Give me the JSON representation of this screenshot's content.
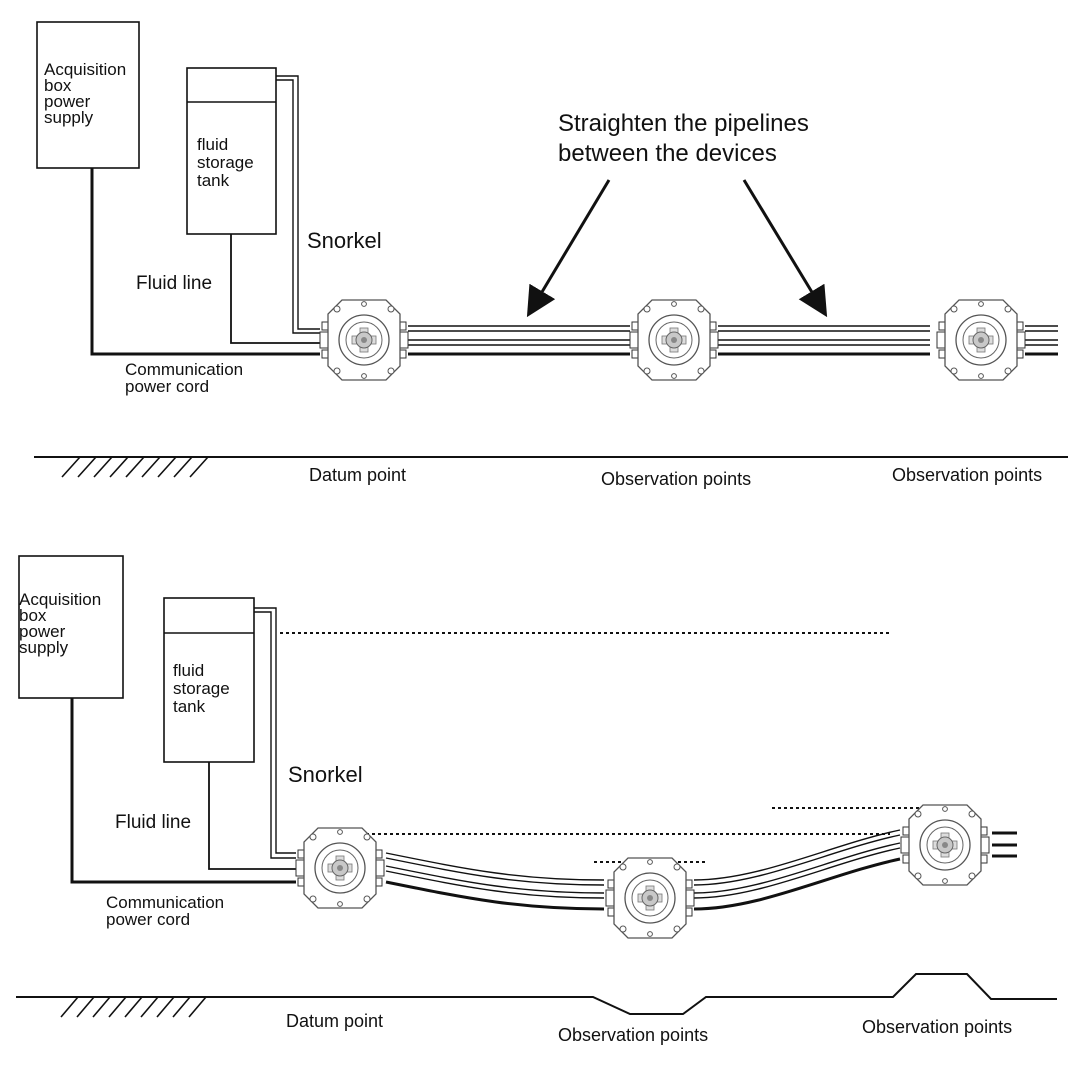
{
  "top_panel": {
    "acquisition_box": [
      "Acquisition",
      "box",
      "power",
      "supply"
    ],
    "tank": [
      "fluid",
      "storage",
      "tank"
    ],
    "snorkel": "Snorkel",
    "fluid_line": "Fluid line",
    "power_cord": [
      "Communication",
      "power cord"
    ],
    "annotation": [
      "Straighten the pipelines",
      "between the devices"
    ],
    "ground_labels": {
      "datum": "Datum point",
      "obs1": "Observation points",
      "obs2": "Observation points"
    }
  },
  "bottom_panel": {
    "acquisition_box": [
      "Acquisition",
      "box",
      "power",
      "supply"
    ],
    "tank": [
      "fluid",
      "storage",
      "tank"
    ],
    "snorkel": "Snorkel",
    "fluid_line": "Fluid line",
    "power_cord": [
      "Communication",
      "power cord"
    ],
    "ground_labels": {
      "datum": "Datum point",
      "obs1": "Observation points",
      "obs2": "Observation points"
    }
  },
  "icons": {
    "device": "settlement-gauge-icon",
    "ground": "ground-hatch-icon"
  }
}
